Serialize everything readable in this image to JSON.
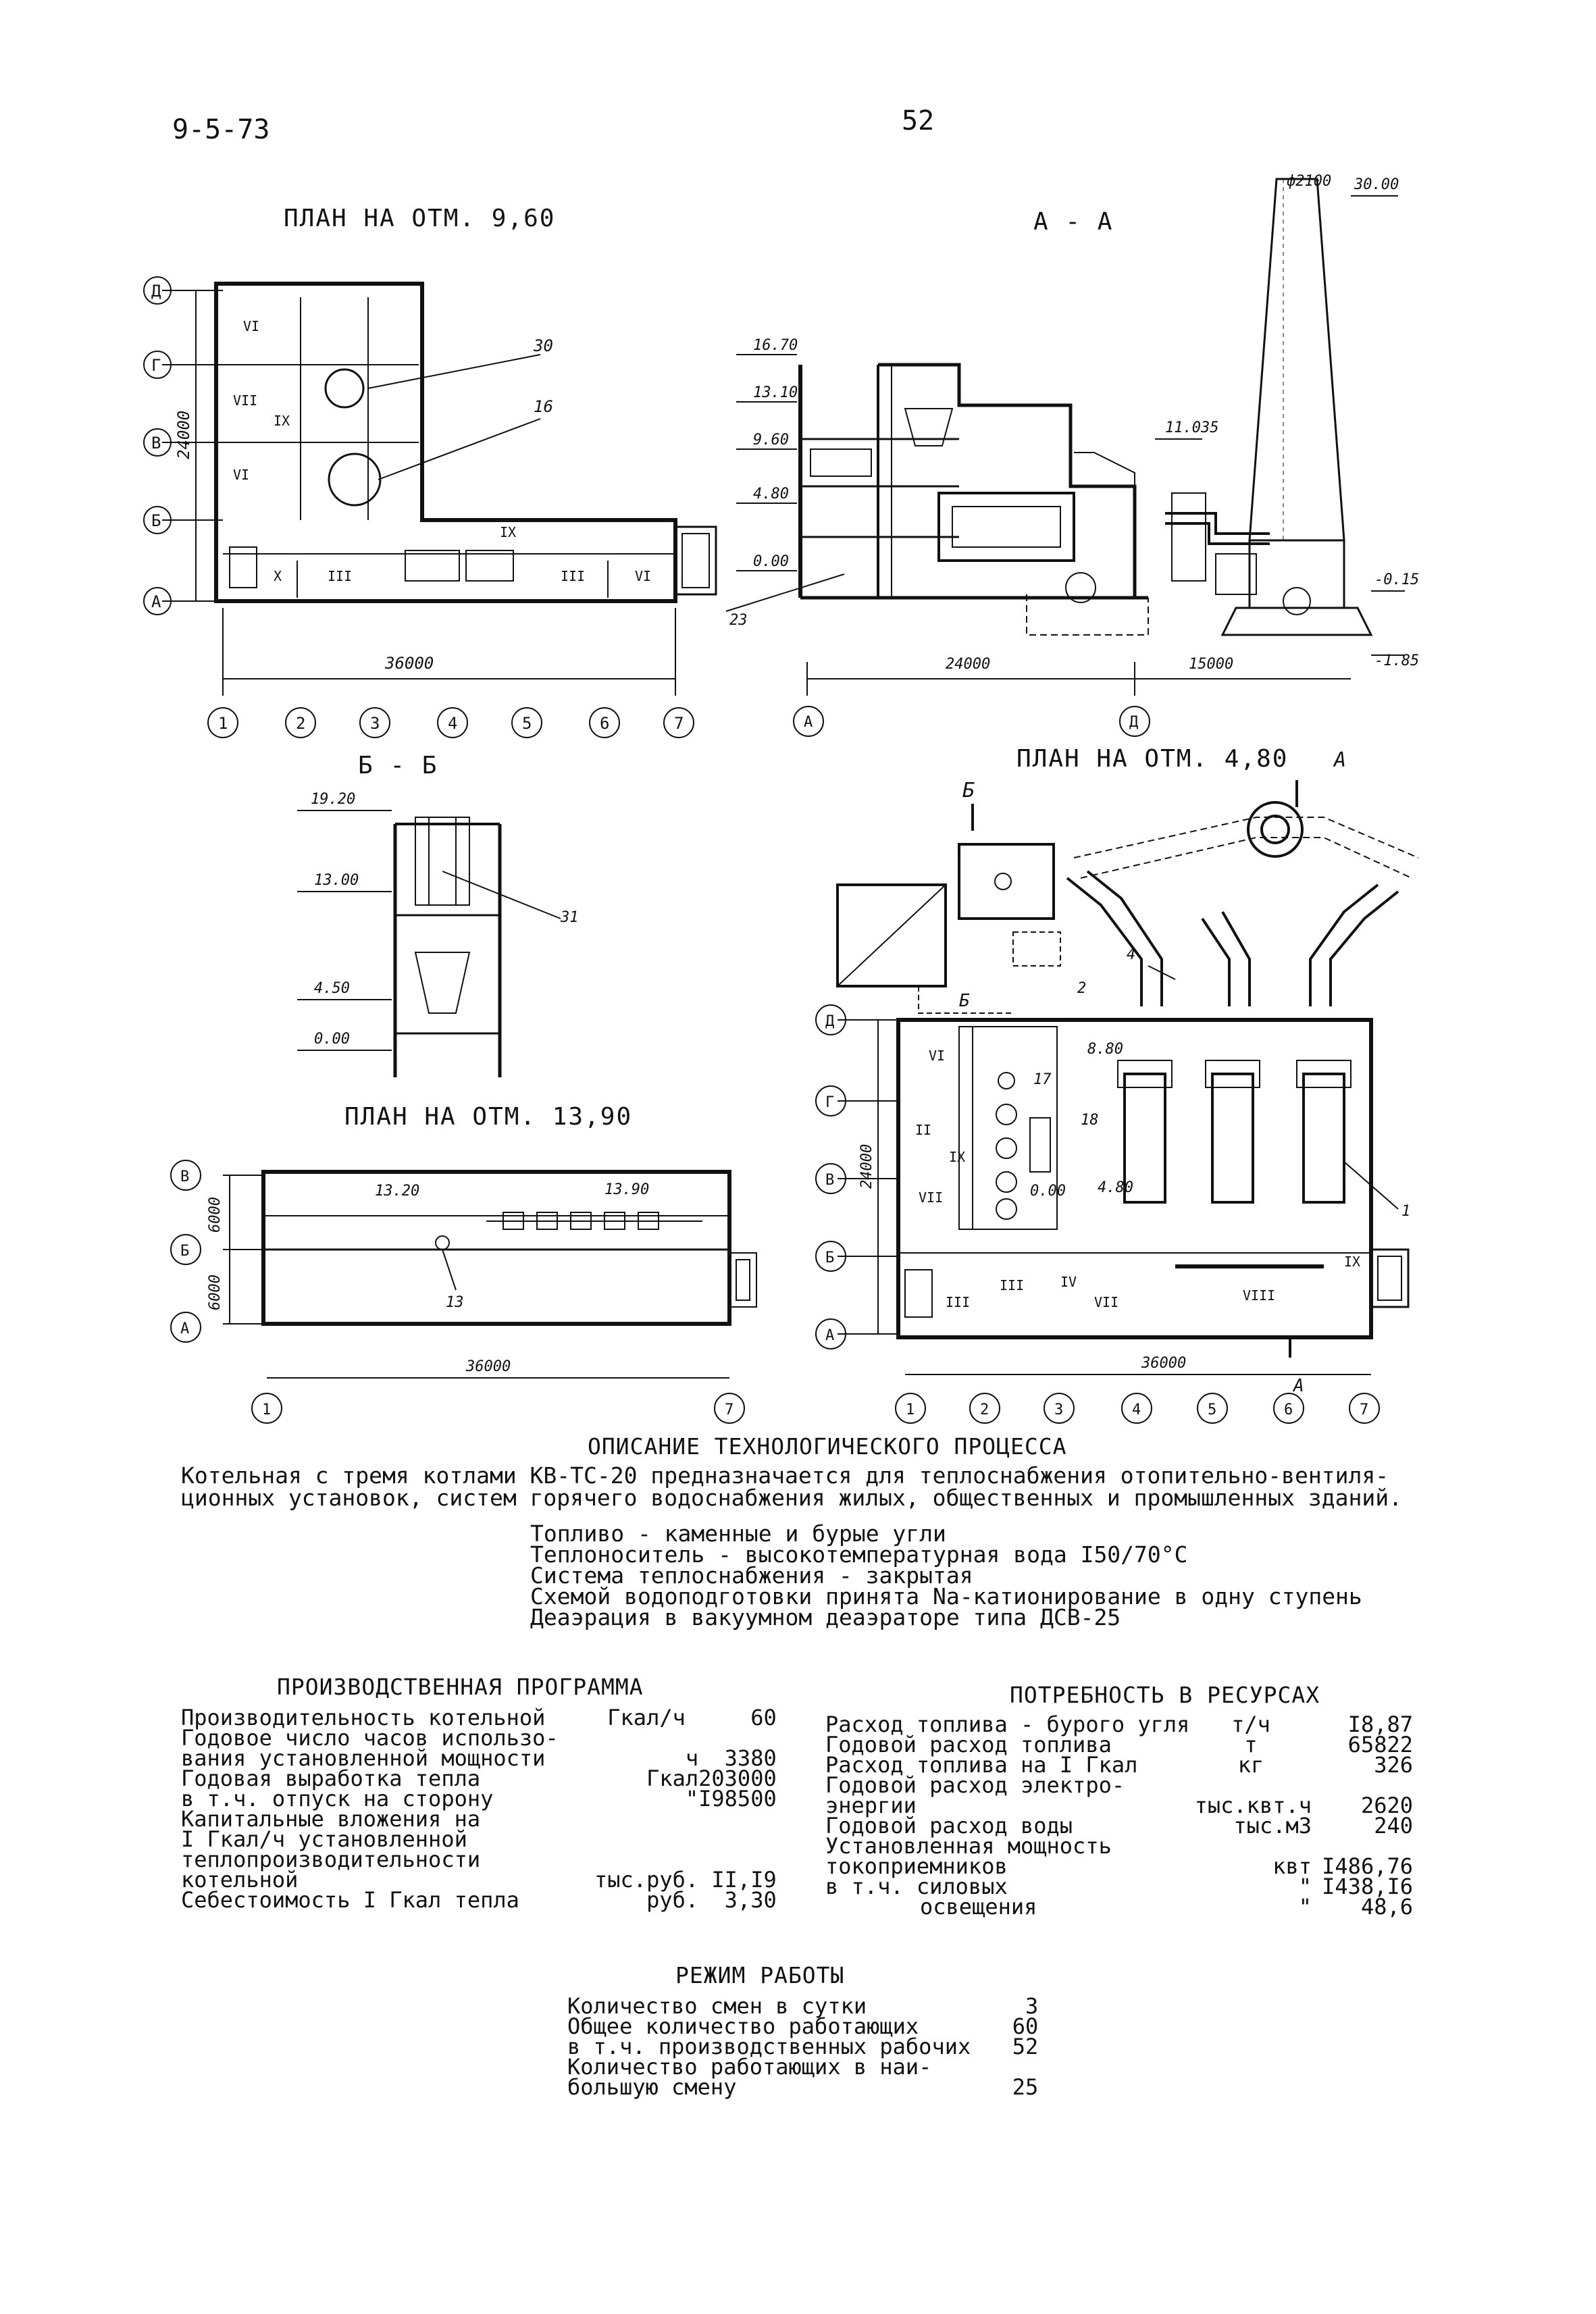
{
  "sheet": {
    "code": "9-5-73",
    "page": "52"
  },
  "drawings": {
    "plan_960": {
      "title": "ПЛАН НА ОТМ. 9,60",
      "rows": [
        "Д",
        "Г",
        "В",
        "Б",
        "А"
      ],
      "cols": [
        "1",
        "2",
        "3",
        "4",
        "5",
        "6",
        "7"
      ],
      "dim_h": "36000",
      "dim_v": "24000",
      "leaders": [
        "30",
        "16"
      ],
      "rooms": [
        "VI",
        "VII",
        "IX",
        "VI",
        "III",
        "IX",
        "III",
        "VI",
        "X"
      ]
    },
    "section_aa": {
      "title": "А - А",
      "levels": [
        "16.70",
        "13.10",
        "9.60",
        "4.80",
        "0.00",
        "11.035",
        "-0.15",
        "-1.85",
        "30.00"
      ],
      "stack_dia": "ф2100",
      "dims": [
        "24000",
        "15000"
      ],
      "axes": [
        "А",
        "Д"
      ],
      "leader": "23"
    },
    "section_bb": {
      "title": "Б - Б",
      "levels": [
        "19.20",
        "13.00",
        "4.50",
        "0.00"
      ],
      "leader": "31"
    },
    "plan_1390": {
      "title": "ПЛАН НА ОТМ. 13,90",
      "rows": [
        "В",
        "Б",
        "А"
      ],
      "cols": [
        "1",
        "7"
      ],
      "dims_v": [
        "6000",
        "6000"
      ],
      "dim_h": "36000",
      "levels": [
        "13.20",
        "13.90"
      ],
      "leader": "13"
    },
    "plan_480": {
      "title": "ПЛАН НА ОТМ. 4,80",
      "rows": [
        "Д",
        "Г",
        "В",
        "Б",
        "А"
      ],
      "cols": [
        "1",
        "2",
        "3",
        "4",
        "5",
        "6",
        "7"
      ],
      "dim_h": "36000",
      "dim_v": "24000",
      "cut_a": "А",
      "cut_b": "Б",
      "leaders": [
        "4",
        "2",
        "17",
        "18",
        "1"
      ],
      "levels": [
        "8.80",
        "0.00",
        "4.80"
      ],
      "rooms": [
        "VI",
        "II",
        "IX",
        "VII",
        "III",
        "III",
        "IV",
        "VII",
        "VIII",
        "IX"
      ]
    }
  },
  "description": {
    "title": "ОПИСАНИЕ ТЕХНОЛОГИЧЕСКОГО ПРОЦЕССА",
    "para_line1": "Котельная с тремя котлами КВ-ТС-20 предназначается для теплоснабжения отопительно-вентиля-",
    "para_line2": "ционных установок, систем горячего водоснабжения жилых, общественных и промышленных зданий.",
    "items": [
      "Топливо - каменные и бурые угли",
      "Теплоноситель - высокотемпературная вода I50/70°С",
      "Система теплоснабжения - закрытая",
      "Схемой водоподготовки принята Nа-катионирование в одну ступень",
      "Деаэрация в вакуумном деаэраторе типа ДСВ-25"
    ]
  },
  "program": {
    "title": "ПРОИЗВОДСТВЕННАЯ ПРОГРАММА",
    "rows": [
      {
        "label": "Производительность котельной",
        "unit": "Гкал/ч",
        "value": "60"
      },
      {
        "label": "Годовое число часов использо-",
        "unit": "",
        "value": ""
      },
      {
        "label": "вания установленной мощности",
        "unit": "ч",
        "value": "3380"
      },
      {
        "label": "Годовая выработка тепла",
        "unit": "Гкал",
        "value": "203000"
      },
      {
        "label": "в т.ч. отпуск на сторону",
        "unit": "\"",
        "value": "I98500"
      },
      {
        "label": "Капитальные вложения на",
        "unit": "",
        "value": ""
      },
      {
        "label": "I Гкал/ч установленной",
        "unit": "",
        "value": ""
      },
      {
        "label": "теплопроизводительности",
        "unit": "",
        "value": ""
      },
      {
        "label": "котельной",
        "unit": "тыс.руб.",
        "value": "II,I9"
      },
      {
        "label": "Себестоимость I Гкал тепла",
        "unit": "руб.",
        "value": "3,30"
      }
    ]
  },
  "resources": {
    "title": "ПОТРЕБНОСТЬ В РЕСУРСАХ",
    "rows": [
      {
        "label": "Расход топлива - бурого угля",
        "unit": "т/ч",
        "value": "I8,87"
      },
      {
        "label": "Годовой расход топлива",
        "unit": "т",
        "value": "65822"
      },
      {
        "label": "Расход топлива на I Гкал",
        "unit": "кг",
        "value": "326"
      },
      {
        "label": "Годовой расход электро-",
        "unit": "",
        "value": ""
      },
      {
        "label": "энергии",
        "unit": "тыс.квт.ч",
        "value": "2620"
      },
      {
        "label": "Годовой расход воды",
        "unit": "тыс.м3",
        "value": "240"
      },
      {
        "label": "Установленная мощность",
        "unit": "",
        "value": ""
      },
      {
        "label": "токоприемников",
        "unit": "квт",
        "value": "I486,76"
      },
      {
        "label": "в т.ч. силовых",
        "unit": "\"",
        "value": "I438,I6"
      },
      {
        "label": "освещения",
        "unit": "\"",
        "value": "48,6"
      }
    ]
  },
  "work_mode": {
    "title": "РЕЖИМ РАБОТЫ",
    "rows": [
      {
        "label": "Количество смен в сутки",
        "value": "3"
      },
      {
        "label": "Общее количество работающих",
        "value": "60"
      },
      {
        "label": "в т.ч. производственных рабочих",
        "value": "52"
      },
      {
        "label": "Количество работающих в наи-",
        "value": ""
      },
      {
        "label": "большую смену",
        "value": "25"
      }
    ]
  }
}
